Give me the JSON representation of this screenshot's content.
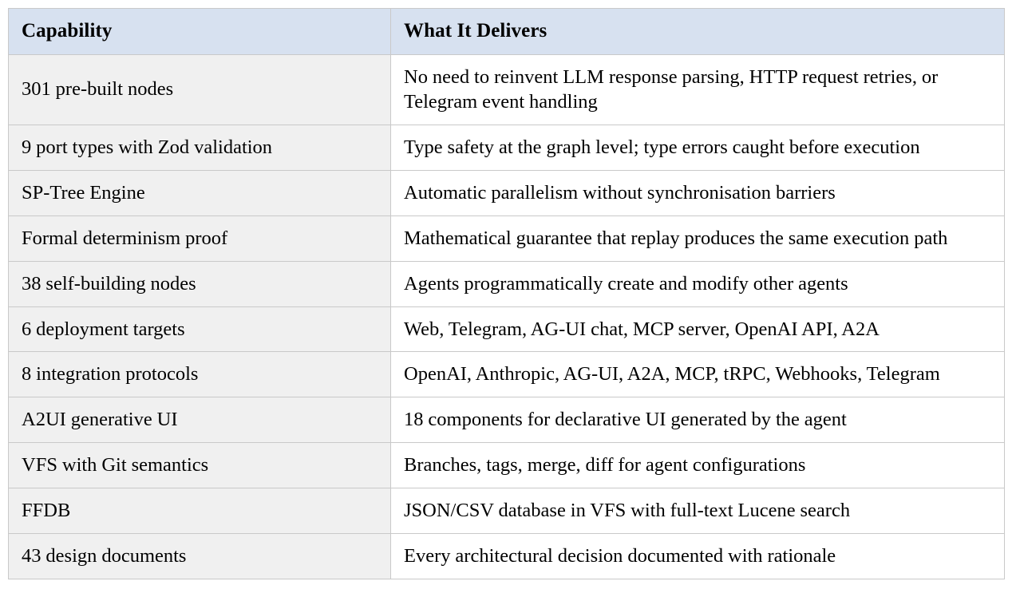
{
  "document": {
    "type": "table",
    "background_color": "#ffffff"
  },
  "table": {
    "name": "capability-table",
    "header_background": "#d7e1f0",
    "capability_column_background": "#f0f0f0",
    "delivers_column_background": "#ffffff",
    "border_color": "#c9c9c9",
    "columns": [
      {
        "key": "capability",
        "label": "Capability"
      },
      {
        "key": "delivers",
        "label": "What It Delivers"
      }
    ],
    "rows": [
      {
        "capability": "301 pre-built nodes",
        "delivers": "No need to reinvent LLM response parsing, HTTP request retries, or Telegram event handling"
      },
      {
        "capability": "9 port types with Zod validation",
        "delivers": "Type safety at the graph level; type errors caught before execution"
      },
      {
        "capability": "SP-Tree Engine",
        "delivers": "Automatic parallelism without synchronisation barriers"
      },
      {
        "capability": "Formal determinism proof",
        "delivers": "Mathematical guarantee that replay produces the same execution path"
      },
      {
        "capability": "38 self-building nodes",
        "delivers": "Agents programmatically create and modify other agents"
      },
      {
        "capability": "6 deployment targets",
        "delivers": "Web, Telegram, AG-UI chat, MCP server, OpenAI API, A2A"
      },
      {
        "capability": "8 integration protocols",
        "delivers": "OpenAI, Anthropic, AG-UI, A2A, MCP, tRPC, Webhooks, Telegram"
      },
      {
        "capability": "A2UI generative UI",
        "delivers": "18 components for declarative UI generated by the agent"
      },
      {
        "capability": "VFS with Git semantics",
        "delivers": "Branches, tags, merge, diff for agent configurations"
      },
      {
        "capability": "FFDB",
        "delivers": "JSON/CSV database in VFS with full-text Lucene search"
      },
      {
        "capability": "43 design documents",
        "delivers": "Every architectural decision documented with rationale"
      }
    ]
  }
}
